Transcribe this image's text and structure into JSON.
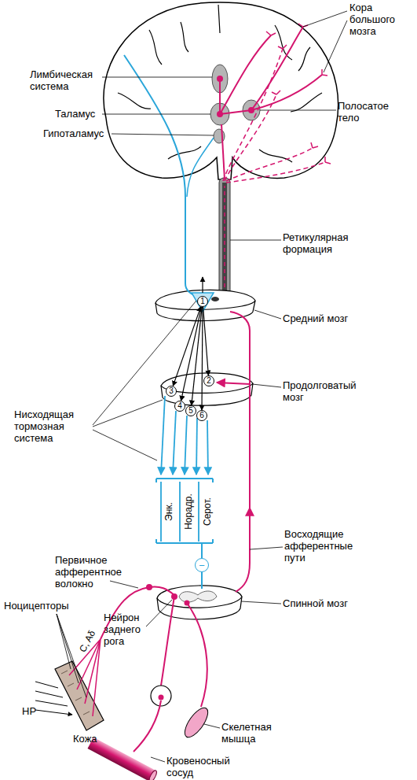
{
  "diagram": {
    "nodes": [
      {
        "text": [
          "1"
        ]
      },
      {
        "text": [
          "2"
        ]
      },
      {
        "text": [
          "3"
        ]
      },
      {
        "text": [
          "4"
        ]
      },
      {
        "text": [
          "5"
        ]
      },
      {
        "text": [
          "6"
        ]
      },
      {
        "text": [
          "−"
        ]
      }
    ],
    "edges": [
      {
        "from": 0,
        "to": 1,
        "arrow": "to"
      },
      {
        "from": 0,
        "to": 2,
        "arrow": "both"
      },
      {
        "from": 0,
        "to": 3,
        "arrow": "to"
      },
      {
        "from": 0,
        "to": 4,
        "arrow": "to"
      },
      {
        "from": 0,
        "to": 5,
        "arrow": "to"
      }
    ],
    "labels": [
      "Кора большого мозга",
      "Лимбическая система",
      "Таламус",
      "Полосатое тело",
      "Гипоталамус",
      "Ретикулярная формация",
      "Средний мозг",
      "Продолговатый мозг",
      "Нисходящая тормозная система",
      "Энк.",
      "Норадр.",
      "Серот.",
      "Восходящие афферентные пути",
      "Первичное афферентное волокно",
      "Спинной мозг",
      "Ноцицепторы",
      "Нейрон заднего рога",
      "C, Aδ",
      "НР",
      "Кожа",
      "Скелетная мышца",
      "Кровеносный сосуд"
    ]
  }
}
